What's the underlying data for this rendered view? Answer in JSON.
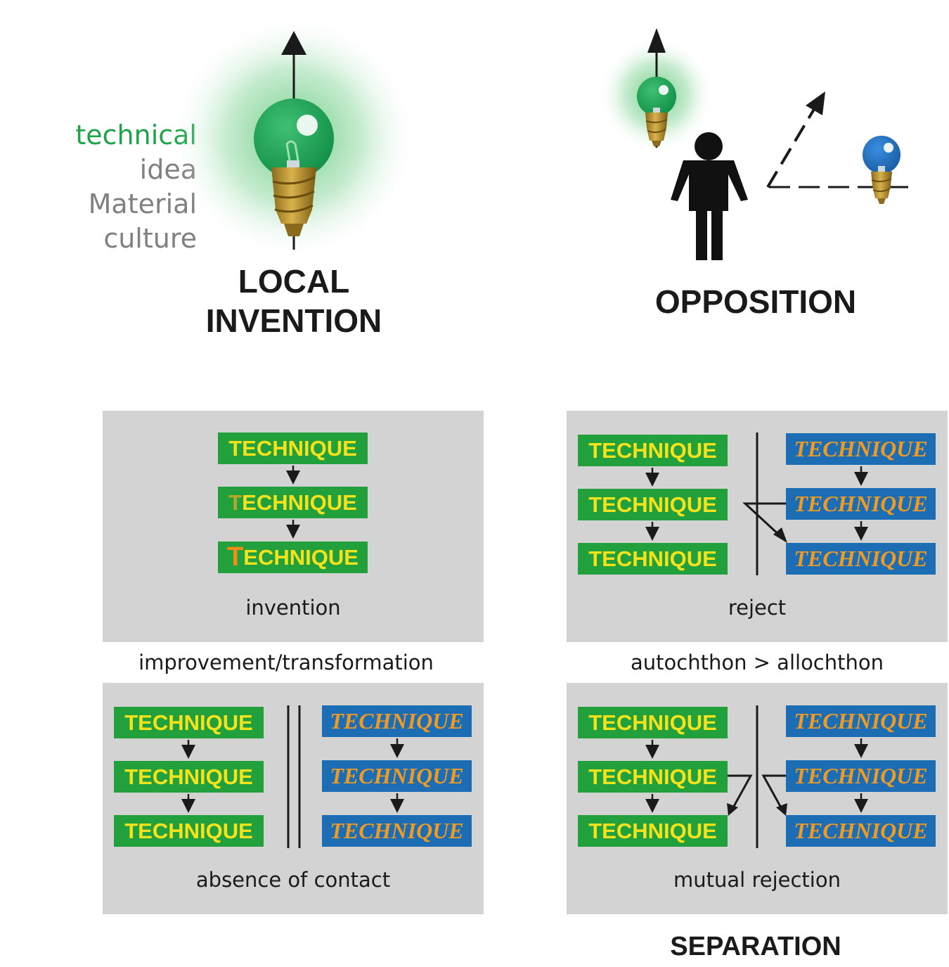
{
  "legend": {
    "technical": "technical",
    "idea": "idea",
    "material": "Material culture",
    "colors": {
      "technical": "#1ea34a",
      "gray": "#808080"
    }
  },
  "headings": {
    "local_line1": "LOCAL",
    "local_line2": "INVENTION",
    "opposition": "OPPOSITION",
    "separation": "SEPARATION"
  },
  "technique": {
    "upright": "TECHNIQUE",
    "italic": "TECHNIQUE",
    "first_letter": "T",
    "rest": "ECHNIQUE"
  },
  "captions": {
    "invention": "invention",
    "improvement": "improvement/transformation",
    "absence": "absence of contact",
    "reject": "reject",
    "auto_allo": "autochthon > allochthon",
    "mutual": "mutual rejection"
  },
  "colors": {
    "green_box": "#22a03c",
    "green_text": "#f4e21c",
    "blue_box": "#1c6db4",
    "blue_text": "#ef9a22",
    "panel": "#d3d3d3"
  }
}
